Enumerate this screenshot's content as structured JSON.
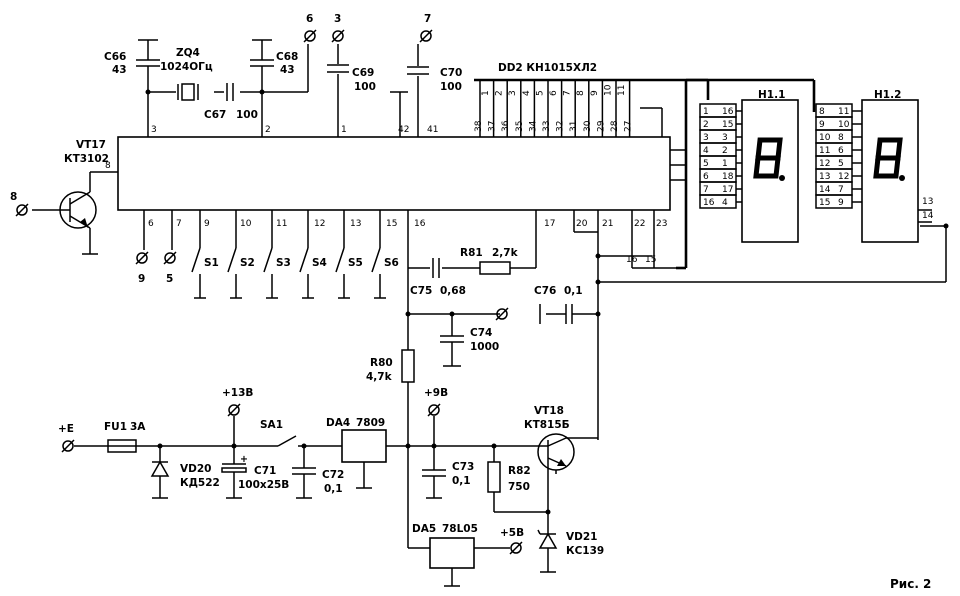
{
  "figure_caption": "Рис. 2",
  "transistors": {
    "vt17": {
      "ref": "VT17",
      "part": "КТ3102"
    },
    "vt18": {
      "ref": "VT18",
      "part": "КТ815Б"
    }
  },
  "ic_dd2": {
    "label": "DD2  КН1015ХЛ2"
  },
  "crystal": {
    "ref": "ZQ4",
    "freq": "1024ОГц"
  },
  "capacitors": {
    "c66": {
      "ref": "С66",
      "value": "43"
    },
    "c67": {
      "ref": "С67",
      "value": "100"
    },
    "c68": {
      "ref": "С68",
      "value": "43"
    },
    "c69": {
      "ref": "С69",
      "value": "100"
    },
    "c70": {
      "ref": "С70",
      "value": "100"
    },
    "c71": {
      "ref": "С71",
      "value": "100х25В"
    },
    "c72": {
      "ref": "С72",
      "value": "0,1"
    },
    "c73": {
      "ref": "С73",
      "value": "0,1"
    },
    "c74": {
      "ref": "С74",
      "value": "1000"
    },
    "c75": {
      "ref": "С75",
      "value": "0,68"
    },
    "c76": {
      "ref": "С76",
      "value": "0,1"
    }
  },
  "resistors": {
    "r80": {
      "ref": "R80",
      "value": "4,7k"
    },
    "r81": {
      "ref": "R81",
      "value": "2,7k"
    },
    "r82": {
      "ref": "R82",
      "value": "750"
    }
  },
  "regulators": {
    "da4": {
      "ref": "DA4",
      "part": "7809"
    },
    "da5": {
      "ref": "DA5",
      "part": "78L05"
    }
  },
  "diodes": {
    "vd20": {
      "ref": "VD20",
      "part": "КД522"
    },
    "vd21": {
      "ref": "VD21",
      "part": "КС139"
    }
  },
  "fuse": {
    "ref": "FU1",
    "value": "3А"
  },
  "switch_sa1": "SA1",
  "buttons": [
    "S1",
    "S2",
    "S3",
    "S4",
    "S5",
    "S6"
  ],
  "displays": {
    "h1_1": {
      "ref": "H1.1",
      "left_pins": [
        "1",
        "2",
        "3",
        "4",
        "5",
        "6",
        "7",
        "16"
      ],
      "right_pins": [
        "16",
        "15",
        "3",
        "2",
        "1",
        "18",
        "17",
        "4"
      ],
      "glyph": "8."
    },
    "h1_2": {
      "ref": "H1.2",
      "left_pins": [
        "8",
        "9",
        "10",
        "11",
        "12",
        "13",
        "14",
        "15"
      ],
      "right_pins": [
        "11",
        "10",
        "8",
        "6",
        "5",
        "12",
        "7",
        "9"
      ],
      "side_pins": [
        "13",
        "14"
      ],
      "glyph": "8."
    }
  },
  "terminals": {
    "t_e": "+E",
    "t_13v": "+13В",
    "t_9v": "+9В",
    "t_5v": "+5В",
    "t_6": "6",
    "t_3": "3",
    "t_7": "7",
    "t_8": "8",
    "t_9": "9",
    "t_5": "5"
  },
  "ic_pins": {
    "top": [
      "3",
      "2",
      "1",
      "42",
      "41"
    ],
    "top_bus": [
      "38",
      "37",
      "36",
      "35",
      "34",
      "33",
      "32",
      "31",
      "30",
      "29",
      "28",
      "27"
    ],
    "bus_numbers": [
      "1",
      "2",
      "3",
      "4",
      "5",
      "6",
      "7",
      "8",
      "9",
      "10",
      "11"
    ],
    "bottom": [
      "6",
      "7",
      "9",
      "10",
      "11",
      "12",
      "13",
      "15",
      "16",
      "17",
      "20",
      "21",
      "22",
      "23"
    ],
    "left": "8",
    "bottom_right_bus": [
      "16",
      "15"
    ]
  }
}
